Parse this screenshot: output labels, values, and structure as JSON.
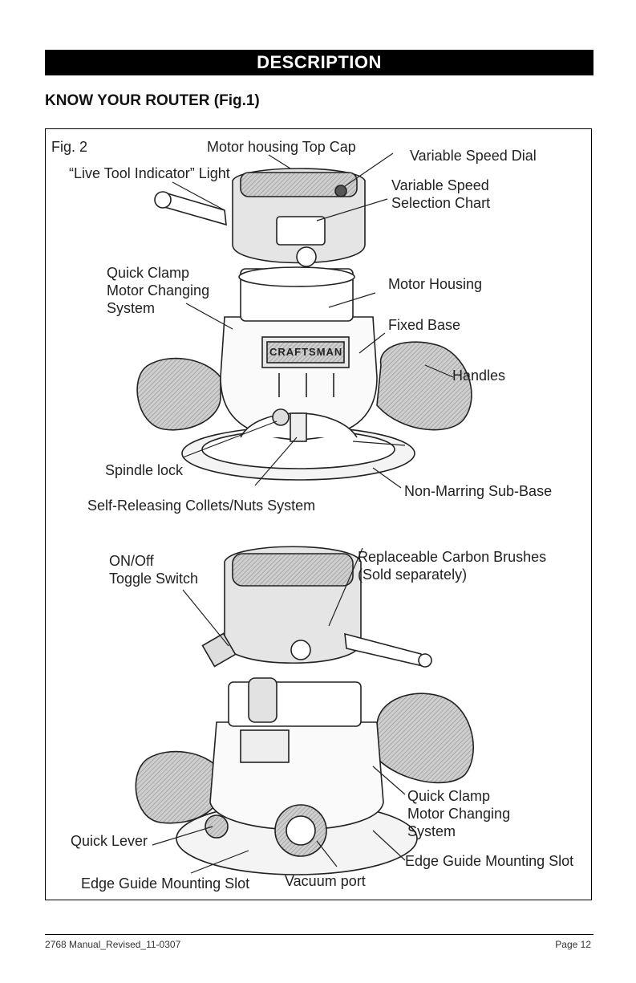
{
  "banner": "DESCRIPTION",
  "heading": "KNOW YOUR ROUTER (Fig.1)",
  "figure": {
    "top": {
      "fig_label": "Fig. 2",
      "motor_top_cap": "Motor housing Top Cap",
      "variable_speed_dial": "Variable Speed Dial",
      "live_tool_indicator": "“Live Tool Indicator” Light",
      "variable_speed_chart": "Variable Speed\nSelection Chart",
      "quick_clamp": "Quick Clamp\nMotor Changing\nSystem",
      "motor_housing": "Motor Housing",
      "fixed_base": "Fixed Base",
      "handles": "Handles",
      "brand": "CRAFTSMAN",
      "spindle_lock": "Spindle lock",
      "non_marring": "Non-Marring Sub-Base",
      "collets": "Self-Releasing Collets/Nuts System"
    },
    "bottom": {
      "on_off": "ON/Off\nToggle Switch",
      "carbon_brushes": "Replaceable Carbon Brushes\n(Sold separately)",
      "quick_clamp": "Quick Clamp\nMotor Changing\nSystem",
      "quick_lever": "Quick Lever",
      "edge_guide_right": "Edge Guide Mounting Slot",
      "edge_guide_left": "Edge Guide Mounting Slot",
      "vacuum_port": "Vacuum port"
    }
  },
  "footer": {
    "left": "2768 Manual_Revised_11-0307",
    "right": "Page 12"
  }
}
